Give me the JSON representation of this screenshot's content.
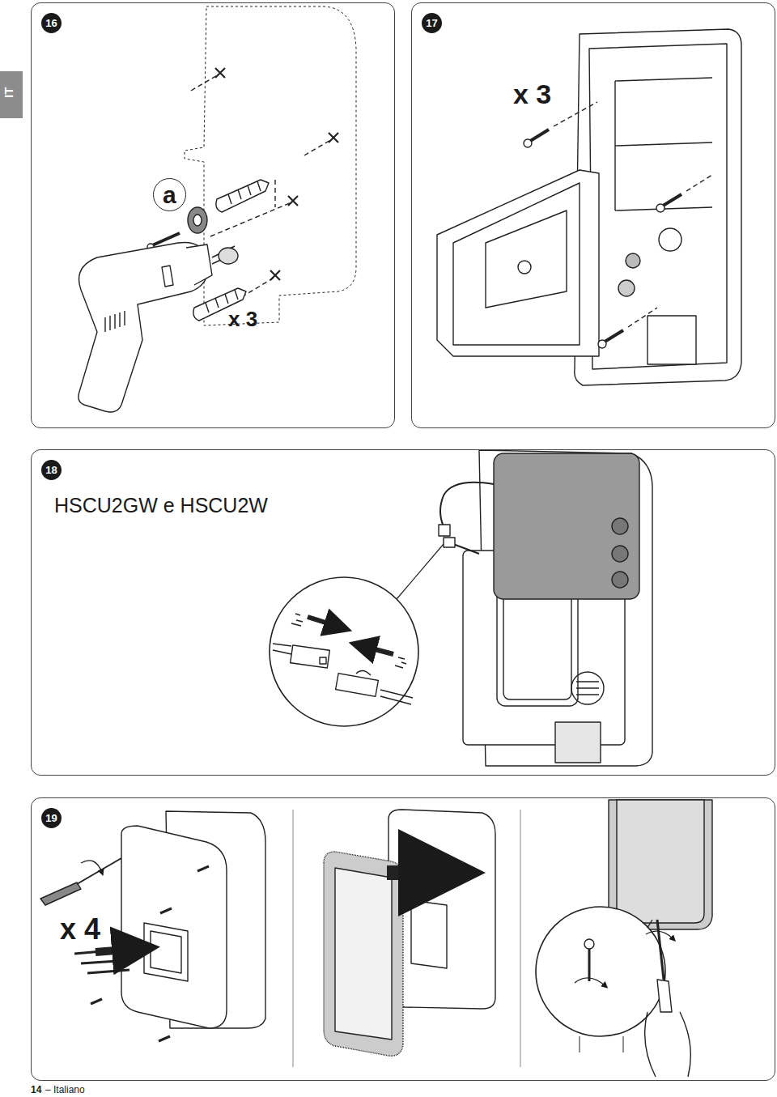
{
  "diagram": {
    "nodes": [
      {
        "text": [
          "16"
        ]
      },
      {
        "text": [
          "17"
        ]
      },
      {
        "text": [
          "18",
          "HSCU2GW e HSCU2W"
        ]
      },
      {
        "text": [
          "19"
        ]
      }
    ],
    "labels": [
      "IT",
      "a",
      "x 3",
      "x 3",
      "x 4",
      "14",
      "– Italiano"
    ]
  }
}
